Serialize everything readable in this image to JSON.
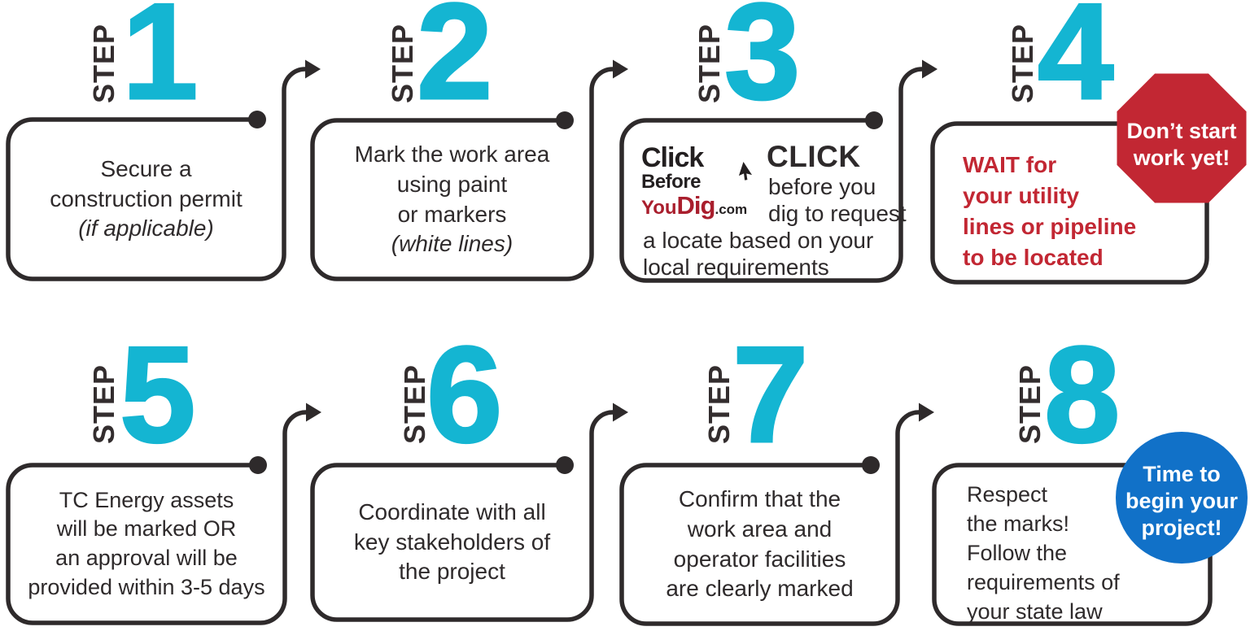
{
  "palette": {
    "cyan": "#14b5d2",
    "ink": "#2e2a2b",
    "red": "#c22733",
    "blue": "#1171c8",
    "logo_red": "#a91e2d"
  },
  "steps": [
    {
      "label": "STEP",
      "number": "1",
      "lines": [
        "Secure a",
        "construction permit",
        "(if applicable)"
      ]
    },
    {
      "label": "STEP",
      "number": "2",
      "lines": [
        "Mark the work area",
        "using paint",
        "or markers",
        "(white lines)"
      ]
    },
    {
      "label": "STEP",
      "number": "3",
      "click_word": "CLICK",
      "lines": [
        "before you",
        "dig to request",
        "a locate based on your",
        "local requirements"
      ],
      "logo": {
        "click": "Click",
        "before": "Before",
        "you": "You",
        "dig": "Dig",
        "com": ".com"
      }
    },
    {
      "label": "STEP",
      "number": "4",
      "lines": [
        "WAIT for",
        "your utility",
        "lines or pipeline",
        "to be located"
      ],
      "badge_lines": [
        "Don’t start",
        "work yet!"
      ]
    },
    {
      "label": "STEP",
      "number": "5",
      "lines": [
        "TC Energy assets",
        "will be marked OR",
        "an approval will be",
        "provided within 3-5 days"
      ]
    },
    {
      "label": "STEP",
      "number": "6",
      "lines": [
        "Coordinate with all",
        "key stakeholders of",
        "the project"
      ]
    },
    {
      "label": "STEP",
      "number": "7",
      "lines": [
        "Confirm that the",
        "work area and",
        "operator facilities",
        "are clearly marked"
      ]
    },
    {
      "label": "STEP",
      "number": "8",
      "lines": [
        "Respect",
        "the marks!",
        "Follow the",
        "requirements of",
        "your state law"
      ],
      "badge_lines": [
        "Time to",
        "begin your",
        "project!"
      ]
    }
  ]
}
